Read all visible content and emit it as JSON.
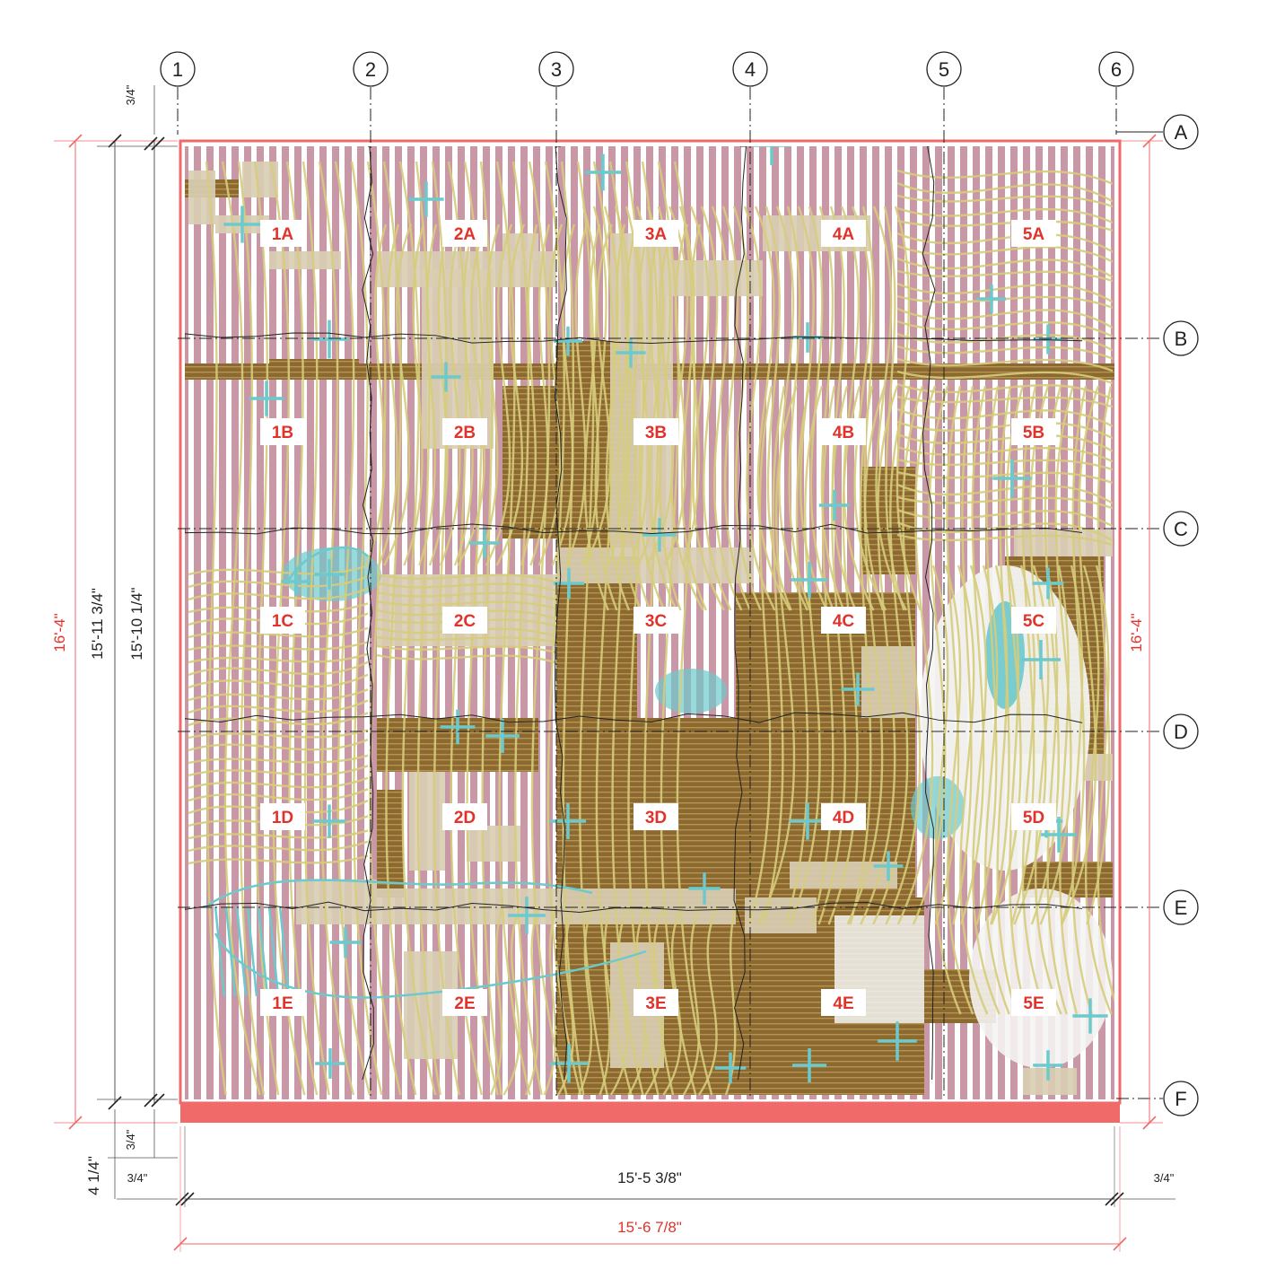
{
  "colors": {
    "paper": "#ffffff",
    "border_red": "#f06a6a",
    "pink_panel": "#c998a6",
    "white_stripe": "#ffffff",
    "dark_wood": "#8c6a2f",
    "beige": "#d9ceb3",
    "contour": "#d6cc7c",
    "teal": "#6cc9cc",
    "label_red": "#e0332b",
    "line_dark": "#222222"
  },
  "grid": {
    "columns": [
      "1",
      "2",
      "3",
      "4",
      "5",
      "6"
    ],
    "rows": [
      "A",
      "B",
      "C",
      "D",
      "E",
      "F"
    ]
  },
  "cells": {
    "row_letters": [
      "A",
      "B",
      "C",
      "D",
      "E"
    ],
    "col_numbers": [
      "1",
      "2",
      "3",
      "4",
      "5"
    ],
    "labels": [
      [
        "1A",
        "2A",
        "3A",
        "4A",
        "5A"
      ],
      [
        "1B",
        "2B",
        "3B",
        "4B",
        "5B"
      ],
      [
        "1C",
        "2C",
        "3C",
        "4C",
        "5C"
      ],
      [
        "1D",
        "2D",
        "3D",
        "4D",
        "5D"
      ],
      [
        "1E",
        "2E",
        "3E",
        "4E",
        "5E"
      ]
    ]
  },
  "dimensions": {
    "left_outer": "16'-4\"",
    "right_outer": "16'-4\"",
    "left_mid": "15'-11 3/4\"",
    "left_inner": "15'-10 1/4\"",
    "top_margin": "3/4\"",
    "bottom_margin": "3/4\"",
    "bottom_left_total": "4 1/4\"",
    "bottom_left_small": "3/4\"",
    "bottom_right_small": "3/4\"",
    "bottom_inner": "15'-5 3/8\"",
    "bottom_outer": "15'-6 7/8\""
  }
}
